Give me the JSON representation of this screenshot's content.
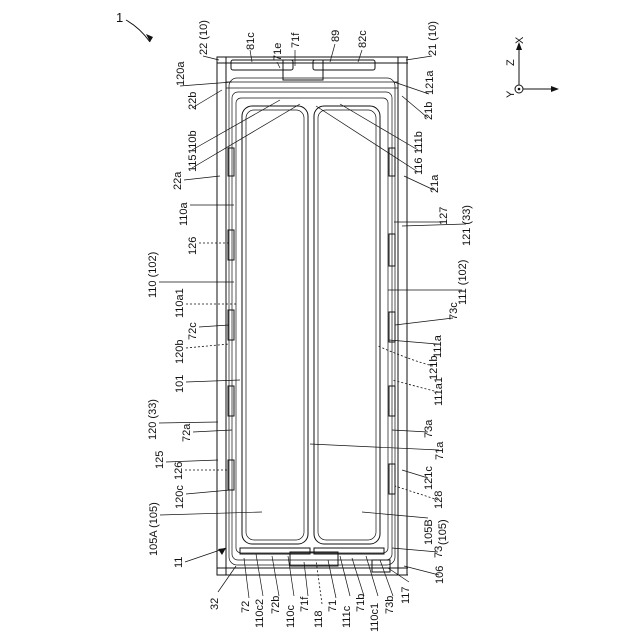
{
  "figure_number": "1",
  "axes": {
    "x": "X",
    "z": "Z",
    "y": "Y"
  },
  "labels": {
    "l_22_10": "22 (10)",
    "l_81c": "81c",
    "l_71e": "71e",
    "l_71f_top": "71f",
    "l_89": "89",
    "l_82c": "82c",
    "l_21_10": "21 (10)",
    "l_120a": "120a",
    "l_121a": "121a",
    "l_22b": "22b",
    "l_21b": "21b",
    "l_110b": "110b",
    "l_111b": "111b",
    "l_115": "115",
    "l_116": "116",
    "l_21a": "21a",
    "l_22a": "22a",
    "l_110a": "110a",
    "l_127": "127",
    "l_121_33": "121 (33)",
    "l_126_top": "126",
    "l_110_102": "110 (102)",
    "l_111_102": "111 (102)",
    "l_110a1": "110a1",
    "l_72c": "72c",
    "l_73c": "73c",
    "l_120b": "120b",
    "l_111a": "111a",
    "l_121b": "121b",
    "l_101": "101",
    "l_111a1": "111a1",
    "l_120_33": "120 (33)",
    "l_72a": "72a",
    "l_73a": "73a",
    "l_125": "125",
    "l_71a": "71a",
    "l_126_bot": "126",
    "l_121c": "121c",
    "l_120c": "120c",
    "l_128": "128",
    "l_105A": "105A (105)",
    "l_105B": "105B",
    "l_105B_sub": "(105)",
    "l_11": "11",
    "l_73": "73",
    "l_106": "106",
    "l_32": "32",
    "l_72": "72",
    "l_110c2": "110c2",
    "l_72b": "72b",
    "l_110c": "110c",
    "l_71f_bot": "71f",
    "l_118": "118",
    "l_71": "71",
    "l_111c": "111c",
    "l_71b": "71b",
    "l_110c1": "110c1",
    "l_73b": "73b",
    "l_117": "117"
  }
}
